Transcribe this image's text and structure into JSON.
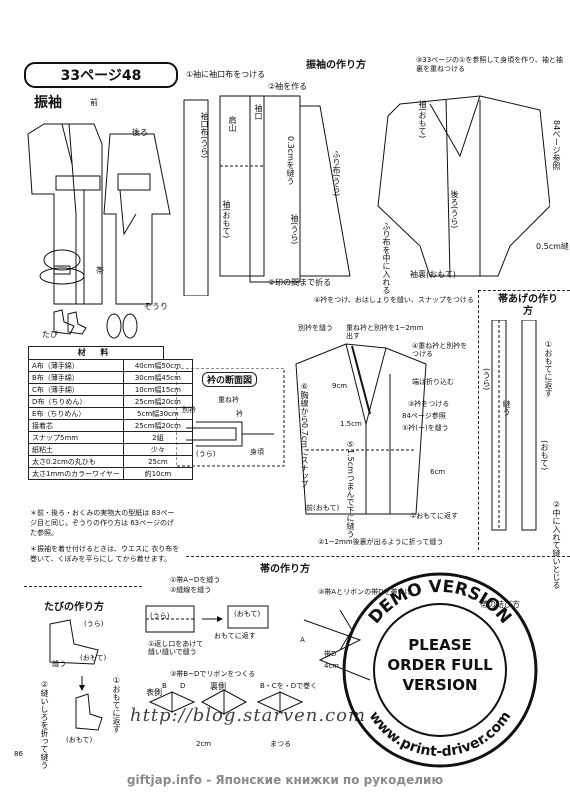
{
  "header": {
    "page_badge": "33ページ48",
    "left_title": "振袖",
    "front_label": "前",
    "back_label": "後ろ",
    "obi_label": "帯",
    "tabi_label": "たび",
    "zori_label": "ぞうり"
  },
  "materials": {
    "heading": "材 料",
    "rows": [
      {
        "name": "A布（薄手綿）",
        "value": "40cm幅50cm"
      },
      {
        "name": "B布（薄手綿）",
        "value": "30cm幅45cm"
      },
      {
        "name": "C布（薄手綿）",
        "value": "10cm幅15cm"
      },
      {
        "name": "D布（ちりめん）",
        "value": "25cm幅20cm"
      },
      {
        "name": "E布（ちりめん）",
        "value": "5cm幅30cm"
      },
      {
        "name": "接着芯",
        "value": "25cm幅20cm"
      },
      {
        "name": "スナップ5mm",
        "value": "2組"
      },
      {
        "name": "紙粘土",
        "value": "少々"
      },
      {
        "name": "太さ0.2cmの丸ひも",
        "value": "25cm"
      },
      {
        "name": "太さ1mmのカラーワイヤー",
        "value": "約10cm"
      }
    ],
    "note1": "＊前・後ろ・おくみの実物大の型紙は 83ページ目と同じ。ぞうりの作り方は 63ページのげた参照。",
    "note2": "＊振袖を着せ付けるときは、ウエスに 衣り布を巻いて、くぼみを平らにし てから着せます。"
  },
  "eri_section": {
    "title": "衿の断面図",
    "labels": [
      "重ね衿",
      "衿",
      "別衿",
      "(うら)",
      "身頃"
    ]
  },
  "furisode_section": {
    "title": "振袖の作り方",
    "step1": "①袖に袖口布をつける",
    "step2": "②袖を作る",
    "step3": "③33ページの①を参照して身頃を作り、袖と袖裏を重ねつける",
    "step4": "④衿をつけ、おはしょりを縫い、スナップをつける",
    "labels": [
      "袖口",
      "袖口布(うら)",
      "肩山",
      "袖(おもて)",
      "0.3cmを縫う",
      "袖(うら)",
      "ふり布(うら)",
      "②印の間まで折る",
      "ふり布を中に入れる",
      "袖裏(おもて)",
      "後ろ(うら)",
      "0.5cm縫う",
      "84ページ参照",
      "袖(おもて)"
    ],
    "labels4": [
      "別衿を縫う",
      "重ね衿と別衿を1~2mm出す",
      "④重ね衿と別衿をつける",
      "端は折り込む",
      "⑥胸線から0.7cmにスナップ",
      "9cm",
      "1.5cm",
      "⑤1.5cmつまんで下に縫う",
      "③衿をつける",
      "84ページ参照",
      "⑤衿(ー)を縫う",
      "前(おもて)",
      "①おもてに返す",
      "②1~2mm後裏が出るように折って縫う",
      "6cm"
    ]
  },
  "obiage_section": {
    "title": "帯あげの作り方",
    "labels": [
      "(うら)",
      "縫う",
      "(おもて)",
      "①おもてに返す",
      "②中に入れて縫いとじる"
    ]
  },
  "obi_section": {
    "title": "帯の作り方",
    "step1": "①帯A~Dを縫う",
    "step1b": "②縫線を縫う",
    "step2": "③帯B~Dでリボンをつくる",
    "step3": "③帯Aとリボンの帯Dを帯つけ",
    "labels": [
      "(うら)",
      "(おもて)",
      "おもてに返す",
      "①返し口をあけて縫い縫いで縫う",
      "B",
      "D",
      "表側",
      "裏側",
      "B・Cを・Dで巻く",
      "2cm",
      "まつる",
      "A",
      "帯D",
      "4cm"
    ],
    "musubi": "帯の結び方"
  },
  "tabi_section": {
    "title": "たびの作り方",
    "labels": [
      "(うら)",
      "縫う",
      "(おもて)",
      "②縫いしろを折って縫う",
      "①おもてに返す",
      "(おもて)"
    ]
  },
  "page_number": "86",
  "watermark": "http://blog.starven.com",
  "footer": "giftjap.info - Японские книжки по рукоделию",
  "stamp": {
    "ring_top": "DEMO VERSION",
    "line1": "PLEASE",
    "line2": "ORDER FULL",
    "line3": "VERSION",
    "ring_bottom": "www.print-driver.com"
  }
}
